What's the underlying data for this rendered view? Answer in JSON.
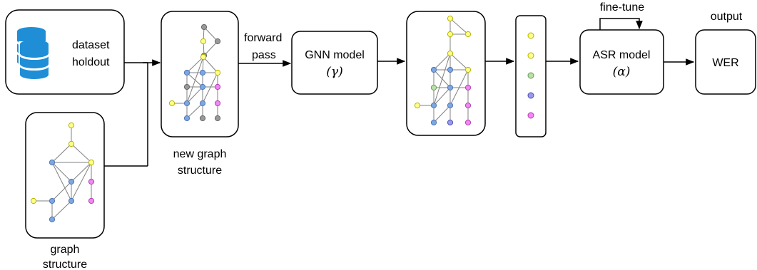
{
  "dataset": {
    "line1": "dataset",
    "line2": "holdout"
  },
  "new_graph_caption": {
    "line1": "new graph",
    "line2": "structure"
  },
  "graph_caption": {
    "line1": "graph",
    "line2": "structure"
  },
  "forward_pass": {
    "line1": "forward",
    "line2": "pass"
  },
  "gnn": {
    "title": "GNN model",
    "symbol": "(γ)"
  },
  "asr": {
    "title": "ASR model",
    "symbol": "(α)"
  },
  "fine_tune": "fine-tune",
  "output_label": "output",
  "wer": "WER",
  "colors": {
    "yellow": "#ffff88",
    "blue": "#7ea6e0",
    "gray": "#999999",
    "pink": "#f286f2",
    "green": "#b9e0a5",
    "purple": "#9999ee"
  }
}
